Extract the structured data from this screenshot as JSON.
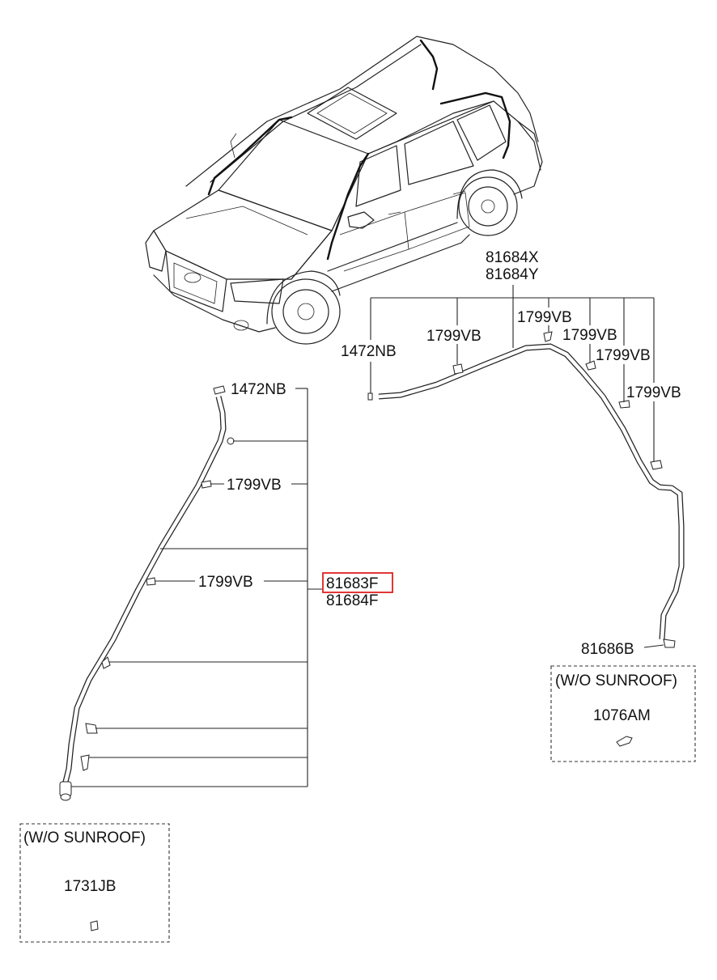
{
  "parts": {
    "hose_left_top_clip": "1472NB",
    "hose_left_clip_1": "1799VB",
    "hose_left_clip_2": "1799VB",
    "hose_left_code_primary": "81683F",
    "hose_left_code_secondary": "81684F",
    "hose_right_code_primary": "81684X",
    "hose_right_code_secondary": "81684Y",
    "hose_right_end_clip": "1472NB",
    "hose_right_clip_1": "1799VB",
    "hose_right_clip_2": "1799VB",
    "hose_right_clip_3": "1799VB",
    "hose_right_clip_4": "1799VB",
    "hose_right_clip_5": "1799VB",
    "hose_right_end_fitting": "81686B"
  },
  "inset_right": {
    "title": "(W/O SUNROOF)",
    "part": "1076AM"
  },
  "inset_left": {
    "title": "(W/O SUNROOF)",
    "part": "1731JB"
  },
  "colors": {
    "highlight": "#e02020",
    "line": "#222222"
  }
}
